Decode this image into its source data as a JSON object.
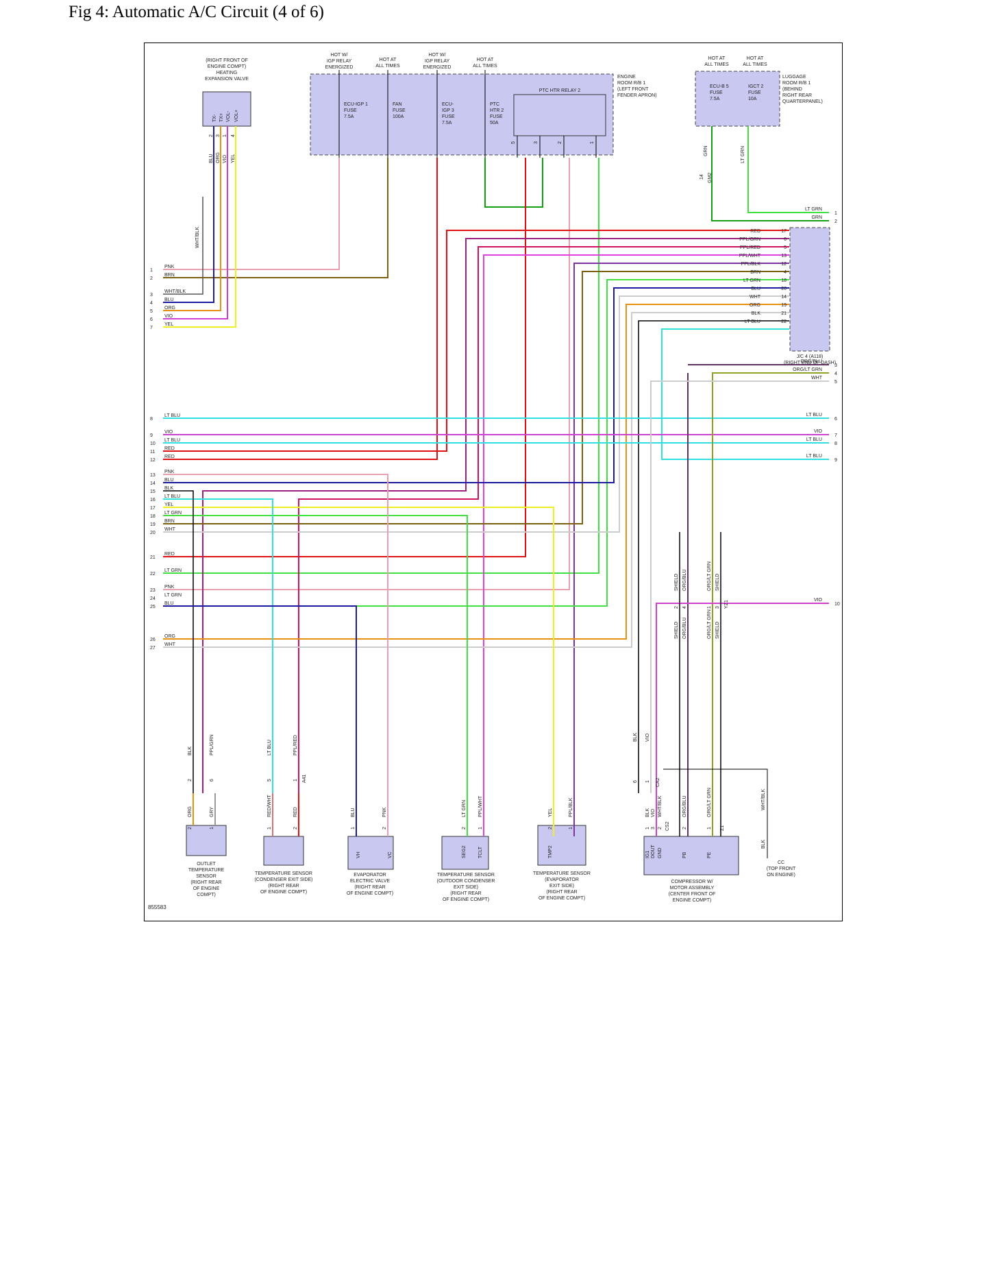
{
  "title": "Fig 4: Automatic A/C Circuit (4 of 6)",
  "diagram_id": "855583",
  "colors": {
    "PNK": "#e8a0b0",
    "BRN": "#7a6010",
    "WHT/BLK": "#555555",
    "BLU": "#1a1aa0",
    "ORG": "#e89010",
    "VIO": "#d040d0",
    "YEL": "#f0f020",
    "RED": "#e01010",
    "GRN": "#10a010",
    "LT GRN": "#40e040",
    "LT BLU": "#30e0e0",
    "WHT": "#cccccc",
    "BLK": "#000000",
    "GRY": "#999999",
    "PPL/GRN": "#a02080",
    "PPL/RED": "#d01060",
    "PPL/WHT": "#e040e0",
    "PPL/BLK": "#8030a0",
    "ORG/BLU": "#603060",
    "ORG/LT GRN": "#90a020",
    "RED/WHT": "#e07070",
    "SHIELD": "#000000",
    "box_fill": "#c8c8f0"
  },
  "top_labels": {
    "hot_igp_1": [
      "HOT W/",
      "IGP RELAY",
      "ENERGIZED"
    ],
    "hot_all_1": [
      "HOT AT",
      "ALL TIMES"
    ],
    "hot_igp_2": [
      "HOT W/",
      "IGP RELAY",
      "ENERGIZED"
    ],
    "hot_all_2": [
      "HOT AT",
      "ALL TIMES"
    ],
    "hot_all_3": [
      "HOT AT",
      "ALL TIMES"
    ],
    "hot_all_4": [
      "HOT AT",
      "ALL TIMES"
    ]
  },
  "heating_valve": {
    "label": [
      "(RIGHT FRONT OF",
      "ENGINE COMPT)",
      "HEATING",
      "EXPANSION VALVE"
    ],
    "pins": [
      "TX-",
      "TX+",
      "VOL-",
      "VOL+"
    ],
    "pin_numbers": [
      "2",
      "3",
      "1",
      "4"
    ],
    "wires": [
      "BLU",
      "ORG",
      "VIO",
      "YEL"
    ],
    "ground_wire": "WHT/BLK"
  },
  "engine_room_rb": {
    "label": [
      "ENGINE",
      "ROOM R/B 1",
      "(LEFT FRONT",
      "FENDER APRON)"
    ],
    "fuses": [
      {
        "name": [
          "ECU-IGP 1",
          "FUSE",
          "7.5A"
        ]
      },
      {
        "name": [
          "FAN",
          "FUSE",
          "100A"
        ]
      },
      {
        "name": [
          "ECU-",
          "IGP 3",
          "FUSE",
          "7.5A"
        ]
      },
      {
        "name": [
          "PTC",
          "HTR 2",
          "FUSE",
          "50A"
        ]
      }
    ],
    "relay": "PTC HTR RELAY 2",
    "relay_pins": [
      "5",
      "3",
      "2",
      "1"
    ],
    "out_wires": [
      "PNK",
      "BRN",
      "RED",
      "GRN",
      "RED",
      "GRN",
      "PNK",
      "LT GRN"
    ]
  },
  "luggage_rb": {
    "label": [
      "LUGGAGE",
      "ROOM R/B 1",
      "(BEHIND",
      "RIGHT REAR",
      "QUARTERPANEL)"
    ],
    "fuses": [
      {
        "name": [
          "ECU-B 5",
          "FUSE",
          "7.5A"
        ]
      },
      {
        "name": [
          "IGCT 2",
          "FUSE",
          "10A"
        ]
      }
    ],
    "wires": [
      "GRN",
      "LT GRN"
    ],
    "connector": "GM2",
    "connector_pin": "14"
  },
  "jc4": {
    "label": [
      "J/C 4 (A118)",
      "(RIGHT END OF DASH)"
    ],
    "rows": [
      {
        "color": "RED",
        "pin": "17"
      },
      {
        "color": "PPL/GRN",
        "pin": "6"
      },
      {
        "color": "PPL/RED",
        "pin": "5"
      },
      {
        "color": "PPL/WHT",
        "pin": "13"
      },
      {
        "color": "PPL/BLK",
        "pin": "12"
      },
      {
        "color": "BRN",
        "pin": "4"
      },
      {
        "color": "LT GRN",
        "pin": "18"
      },
      {
        "color": "BLU",
        "pin": "20"
      },
      {
        "color": "WHT",
        "pin": "14"
      },
      {
        "color": "ORG",
        "pin": "19"
      },
      {
        "color": "BLK",
        "pin": "21"
      },
      {
        "color": "LT BLU",
        "pin": "22"
      }
    ]
  },
  "left_rows": [
    {
      "n": "1",
      "c": "PNK"
    },
    {
      "n": "2",
      "c": "BRN"
    },
    {
      "n": "3",
      "c": "WHT/BLK"
    },
    {
      "n": "4",
      "c": "BLU"
    },
    {
      "n": "5",
      "c": "ORG"
    },
    {
      "n": "6",
      "c": "VIO"
    },
    {
      "n": "7",
      "c": "YEL"
    },
    {
      "n": "8",
      "c": "LT BLU"
    },
    {
      "n": "9",
      "c": "VIO"
    },
    {
      "n": "10",
      "c": "LT BLU"
    },
    {
      "n": "11",
      "c": "RED"
    },
    {
      "n": "12",
      "c": "RED"
    },
    {
      "n": "13",
      "c": "PNK"
    },
    {
      "n": "14",
      "c": "BLU"
    },
    {
      "n": "15",
      "c": "BLK"
    },
    {
      "n": "16",
      "c": "LT BLU"
    },
    {
      "n": "17",
      "c": "YEL"
    },
    {
      "n": "18",
      "c": "LT GRN"
    },
    {
      "n": "19",
      "c": "BRN"
    },
    {
      "n": "20",
      "c": "WHT"
    },
    {
      "n": "21",
      "c": "RED"
    },
    {
      "n": "22",
      "c": "LT GRN"
    },
    {
      "n": "23",
      "c": "PNK"
    },
    {
      "n": "24",
      "c": "LT GRN"
    },
    {
      "n": "25",
      "c": "BLU"
    },
    {
      "n": "26",
      "c": "ORG"
    },
    {
      "n": "27",
      "c": "WHT"
    }
  ],
  "right_rows": [
    {
      "n": "1",
      "c": "LT GRN"
    },
    {
      "n": "2",
      "c": "GRN"
    },
    {
      "n": "3",
      "c": "ORG/BLU"
    },
    {
      "n": "4",
      "c": "ORG/LT GRN"
    },
    {
      "n": "5",
      "c": "WHT"
    },
    {
      "n": "6",
      "c": "LT BLU"
    },
    {
      "n": "7",
      "c": "VIO"
    },
    {
      "n": "8",
      "c": "LT BLU"
    },
    {
      "n": "9",
      "c": "LT BLU"
    },
    {
      "n": "10",
      "c": "VIO"
    }
  ],
  "shield_connector": {
    "pins_top": [
      "2",
      "4",
      "1",
      "3"
    ],
    "labels": [
      "SHIELD",
      "ORG/BLU",
      "ORG/LT GRN",
      "SHIELD"
    ],
    "id": "YZ1"
  },
  "a1_connector": {
    "id": "A41",
    "pins": [
      "2",
      "6",
      "5",
      "1"
    ],
    "wires": [
      "BLK",
      "PPL/GRN",
      "LT BLU",
      "PPL/RED"
    ]
  },
  "ca2_connector": {
    "id": "CA2",
    "pins": [
      "6",
      "1"
    ],
    "wires": [
      "BLK",
      "VIO"
    ]
  },
  "components": [
    {
      "key": "outlet",
      "label": [
        "OUTLET",
        "TEMPERATURE",
        "SENSOR",
        "(RIGHT REAR",
        "OF ENGINE",
        "COMPT)"
      ],
      "pins": [
        "2",
        "1"
      ],
      "wires": [
        "ORG",
        "GRY"
      ]
    },
    {
      "key": "cond",
      "label": [
        "TEMPERATURE SENSOR",
        "(CONDENSER EXIT SIDE)",
        "(RIGHT REAR",
        "OF ENGINE COMPT)"
      ],
      "pins": [
        "1",
        "2"
      ],
      "wires": [
        "RED/WHT",
        "RED"
      ]
    },
    {
      "key": "evap_valve",
      "label": [
        "EVAPORATOR",
        "ELECTRIC VALVE",
        "(RIGHT REAR",
        "OF ENGINE COMPT)"
      ],
      "pins": [
        "1",
        "2"
      ],
      "wires": [
        "BLU",
        "PNK"
      ],
      "terms": [
        "VH",
        "VC"
      ]
    },
    {
      "key": "outdoor",
      "label": [
        "TEMPERATURE SENSOR",
        "(OUTDOOR CONDENSER",
        "EXIT SIDE)",
        "(RIGHT REAR",
        "OF ENGINE COMPT)"
      ],
      "pins": [
        "2",
        "1"
      ],
      "wires": [
        "LT GRN",
        "PPL/WHT"
      ],
      "terms": [
        "SEG2",
        "TCLT"
      ]
    },
    {
      "key": "evap_exit",
      "label": [
        "TEMPERATURE SENSOR",
        "(EVAPORATOR",
        "EXIT SIDE)",
        "(RIGHT REAR",
        "OF ENGINE COMPT)"
      ],
      "pins": [
        "2",
        "1"
      ],
      "wires": [
        "YEL",
        "PPL/BLK"
      ],
      "terms": [
        "TMP2"
      ]
    },
    {
      "key": "compressor",
      "label": [
        "COMPRESSOR W/",
        "MOTOR ASSEMBLY",
        "(CENTER FRONT OF",
        "ENGINE COMPT)"
      ],
      "pins": [
        "1",
        "3",
        "2",
        "2",
        "1"
      ],
      "wires": [
        "BLK",
        "VIO",
        "WHT/BLK",
        "ORG/BLU",
        "ORG/LT GRN"
      ],
      "terms": [
        "IG1",
        "DOUT",
        "GND",
        "PB",
        "PE"
      ],
      "connectors": [
        "CS2",
        "Z1"
      ]
    },
    {
      "key": "ground",
      "label": [
        "CC",
        "(TOP FRONT",
        "ON ENGINE)"
      ],
      "wires": [
        "WHT/BLK",
        "BLK"
      ]
    }
  ]
}
